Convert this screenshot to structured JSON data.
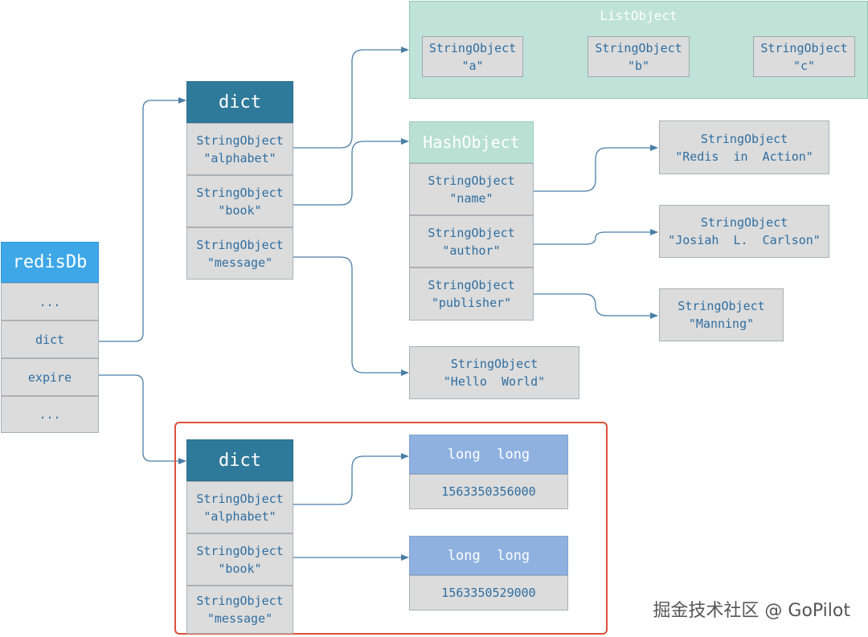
{
  "redisDb": {
    "title": "redisDb",
    "cells": [
      "...",
      "dict",
      "expire",
      "..."
    ]
  },
  "dict_main": {
    "title": "dict",
    "keys": [
      {
        "type": "StringObject",
        "value": "\"alphabet\""
      },
      {
        "type": "StringObject",
        "value": "\"book\""
      },
      {
        "type": "StringObject",
        "value": "\"message\""
      }
    ]
  },
  "list_object": {
    "title": "ListObject",
    "items": [
      {
        "type": "StringObject",
        "value": "\"a\""
      },
      {
        "type": "StringObject",
        "value": "\"b\""
      },
      {
        "type": "StringObject",
        "value": "\"c\""
      }
    ]
  },
  "hash_object": {
    "title": "HashObject",
    "fields": [
      {
        "type": "StringObject",
        "value": "\"name\""
      },
      {
        "type": "StringObject",
        "value": "\"author\""
      },
      {
        "type": "StringObject",
        "value": "\"publisher\""
      }
    ]
  },
  "hash_values": [
    {
      "type": "StringObject",
      "value": "\"Redis  in  Action\""
    },
    {
      "type": "StringObject",
      "value": "\"Josiah  L.  Carlson\""
    },
    {
      "type": "StringObject",
      "value": "\"Manning\""
    }
  ],
  "message_value": {
    "type": "StringObject",
    "value": "\"Hello  World\""
  },
  "dict_expire": {
    "title": "dict",
    "keys": [
      {
        "type": "StringObject",
        "value": "\"alphabet\""
      },
      {
        "type": "StringObject",
        "value": "\"book\""
      },
      {
        "type": "StringObject",
        "value": "\"message\""
      }
    ]
  },
  "expire_values": [
    {
      "header": "long  long",
      "value": "1563350356000"
    },
    {
      "header": "long  long",
      "value": "1563350529000"
    }
  ],
  "watermark": "掘金技术社区 @ GoPilot",
  "colors": {
    "arrow": "#4a7ea6",
    "highlight": "#e0503c",
    "dict_header": "#2f7a9a",
    "redis_header": "#3da7e8",
    "list_bg": "#bfe3d6",
    "long_header": "#8fb1e0",
    "cell_text": "#2f6ea1"
  }
}
